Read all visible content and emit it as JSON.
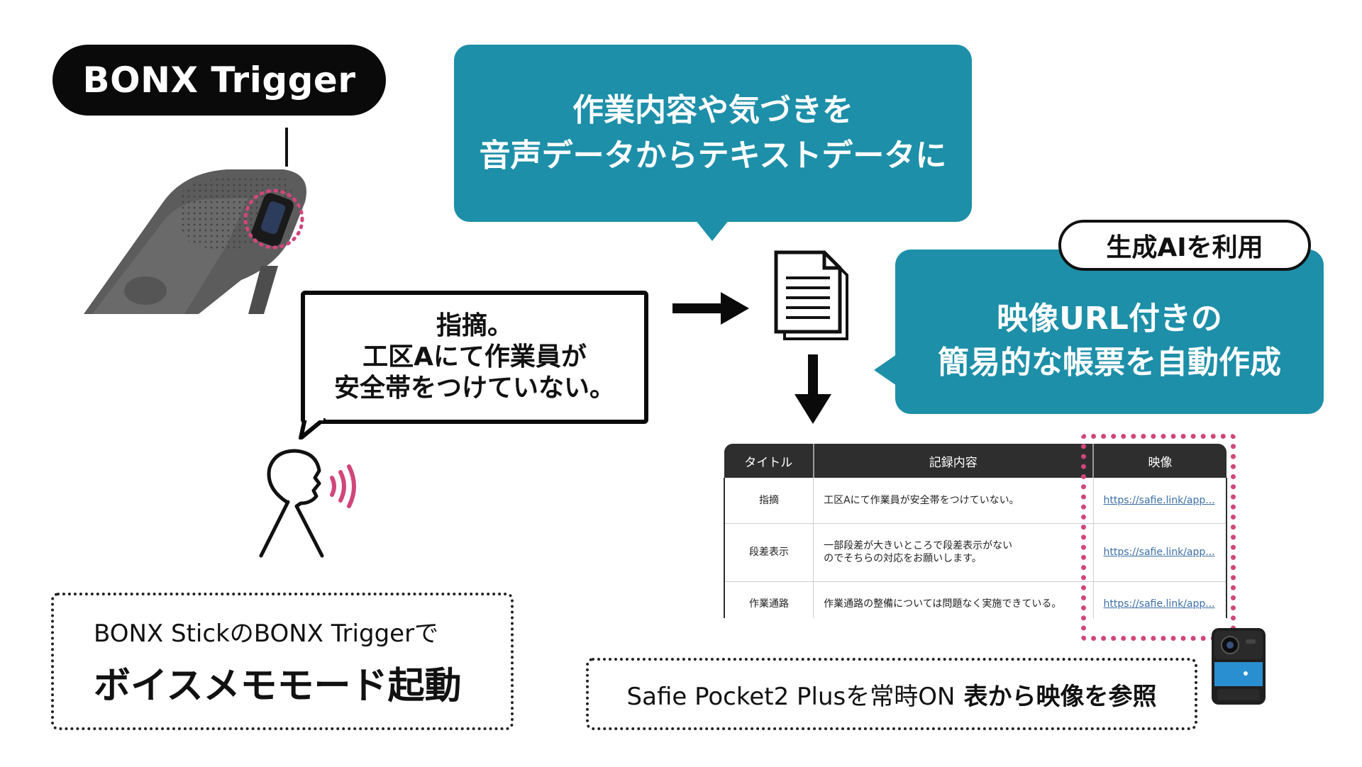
{
  "device": {
    "label": "BONX Trigger"
  },
  "top_callout": {
    "line1": "作業内容や気づきを",
    "line2": "音声データからテキストデータに"
  },
  "ai_badge": "生成AIを利用",
  "right_callout": {
    "line1": "映像URL付きの",
    "line2": "簡易的な帳票を自動作成"
  },
  "speech": {
    "line1": "指摘。",
    "line2": "工区Aにて作業員が",
    "line3": "安全帯をつけていない。"
  },
  "table": {
    "headers": [
      "タイトル",
      "記録内容",
      "映像"
    ],
    "rows": [
      {
        "title": "指摘",
        "content_line1": "工区Aにて作業員が安全帯をつけていない。",
        "content_line2": "",
        "link": "https://safie.link/app..."
      },
      {
        "title": "段差表示",
        "content_line1": "一部段差が大きいところで段差表示がない",
        "content_line2": "のでそちらの対応をお願いします。",
        "link": "https://safie.link/app..."
      },
      {
        "title": "作業通路",
        "content_line1": "作業通路の整備については問題なく実施できている。",
        "content_line2": "",
        "link": "https://safie.link/app..."
      }
    ]
  },
  "bottom_left": {
    "line1": "BONX StickのBONX Triggerで",
    "line2": "ボイスメモモード起動"
  },
  "bottom_right": {
    "normal": "Safie Pocket2 Plusを常時ON",
    "bold": "表から映像を参照"
  },
  "colors": {
    "teal": "#1d8fa8",
    "pink": "#d1467a",
    "dark": "#0a0a0a"
  },
  "icons": [
    "bonx-device-illustration",
    "document-icon",
    "arrow-right-icon",
    "arrow-down-icon",
    "speaking-person-icon",
    "sound-wave-icon",
    "camera-device-illustration"
  ]
}
